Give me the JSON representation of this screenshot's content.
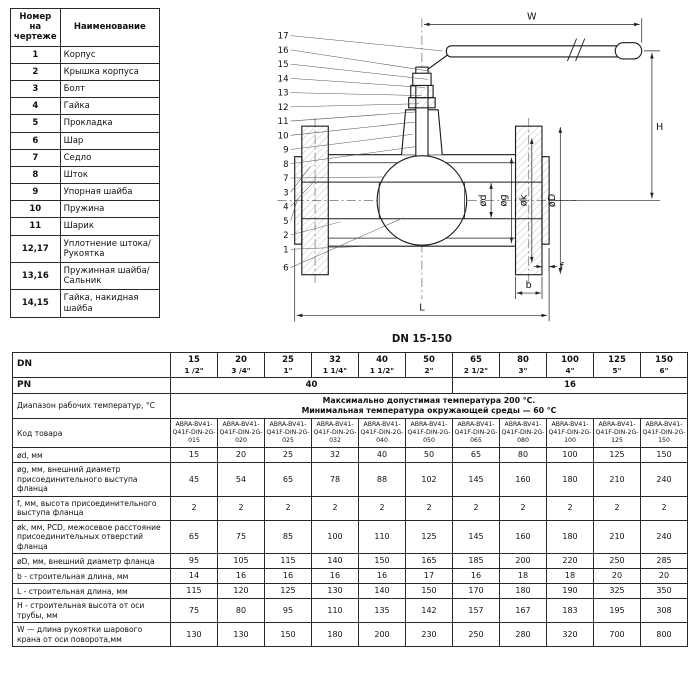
{
  "parts_table": {
    "col1_header": "Номер на чертеже",
    "col2_header": "Наименование",
    "rows": [
      {
        "num": "1",
        "name": "Корпус"
      },
      {
        "num": "2",
        "name": "Крышка корпуса"
      },
      {
        "num": "3",
        "name": "Болт"
      },
      {
        "num": "4",
        "name": "Гайка"
      },
      {
        "num": "5",
        "name": "Прокладка"
      },
      {
        "num": "6",
        "name": "Шар"
      },
      {
        "num": "7",
        "name": "Седло"
      },
      {
        "num": "8",
        "name": "Шток"
      },
      {
        "num": "9",
        "name": "Упорная шайба"
      },
      {
        "num": "10",
        "name": "Пружина"
      },
      {
        "num": "11",
        "name": "Шарик"
      },
      {
        "num": "12,17",
        "name": "Уплотнение штока/Рукоятка"
      },
      {
        "num": "13,16",
        "name": "Пружинная шайба/ Сальник"
      },
      {
        "num": "14,15",
        "name": "Гайка, накидная шайба"
      }
    ]
  },
  "drawing": {
    "caption": "DN 15-150",
    "callouts": [
      "17",
      "16",
      "15",
      "14",
      "13",
      "12",
      "11",
      "10",
      "9",
      "8",
      "7",
      "3",
      "4",
      "5",
      "2",
      "1",
      "6"
    ],
    "dim_labels": {
      "w": "W",
      "h": "H",
      "l": "L",
      "b": "b",
      "f": "f",
      "od": "ød",
      "og": "øg",
      "ok": "øk",
      "oD": "øD"
    }
  },
  "spec_table": {
    "dn": {
      "label": "DN",
      "sizes": [
        "15",
        "20",
        "25",
        "32",
        "40",
        "50",
        "65",
        "80",
        "100",
        "125",
        "150"
      ],
      "inches": [
        "1 /2\"",
        "3 /4\"",
        "1\"",
        "1 1/4\"",
        "1 1/2\"",
        "2\"",
        "2 1/2\"",
        "3\"",
        "4\"",
        "5\"",
        "6\""
      ]
    },
    "pn": {
      "label": "PN",
      "groups": [
        {
          "value": "40",
          "span": 6
        },
        {
          "value": "16",
          "span": 5
        }
      ]
    },
    "temp": {
      "label": "Диапазон рабочих температур, °С",
      "line1": "Максимально допустимая температура 200 °С.",
      "line2": "Минимальная температура окружающей среды — 60 °С"
    },
    "rows": [
      {
        "label": "Код товара",
        "values": [
          "ABRA-BV41-Q41F-DIN-2G-015",
          "ABRA-BV41-Q41F-DIN-2G-020",
          "ABRA-BV41-Q41F-DIN-2G-025",
          "ABRA-BV41-Q41F-DIN-2G-032",
          "ABRA-BV41-Q41F-DIN-2G-040",
          "ABRA-BV41-Q41F-DIN-2G-050",
          "ABRA-BV41-Q41F-DIN-2G-065",
          "ABRA-BV41-Q41F-DIN-2G-080",
          "ABRA-BV41-Q41F-DIN-2G-100",
          "ABRA-BV41-Q41F-DIN-2G-125",
          "ABRA-BV41-Q41F-DIN-2G-150"
        ]
      },
      {
        "label": "ød, мм",
        "values": [
          "15",
          "20",
          "25",
          "32",
          "40",
          "50",
          "65",
          "80",
          "100",
          "125",
          "150"
        ]
      },
      {
        "label": "øg, мм, внешний диаметр присоединительного выступа фланца",
        "values": [
          "45",
          "54",
          "65",
          "78",
          "88",
          "102",
          "145",
          "160",
          "180",
          "210",
          "240"
        ]
      },
      {
        "label": "f, мм, высота присоединительного выступа фланца",
        "values": [
          "2",
          "2",
          "2",
          "2",
          "2",
          "2",
          "2",
          "2",
          "2",
          "2",
          "2"
        ]
      },
      {
        "label": "øk, мм, PCD, межосевое расстояние присоединительных отверстий фланца",
        "values": [
          "65",
          "75",
          "85",
          "100",
          "110",
          "125",
          "145",
          "160",
          "180",
          "210",
          "240"
        ]
      },
      {
        "label": "øD, мм, внешний диаметр фланца",
        "values": [
          "95",
          "105",
          "115",
          "140",
          "150",
          "165",
          "185",
          "200",
          "220",
          "250",
          "285"
        ]
      },
      {
        "label": "b - строительная длина, мм",
        "values": [
          "14",
          "16",
          "16",
          "16",
          "16",
          "17",
          "16",
          "18",
          "18",
          "20",
          "20"
        ]
      },
      {
        "label": "L - строительная длина, мм",
        "values": [
          "115",
          "120",
          "125",
          "130",
          "140",
          "150",
          "170",
          "180",
          "190",
          "325",
          "350"
        ]
      },
      {
        "label": "H - строительная высота от оси трубы, мм",
        "values": [
          "75",
          "80",
          "95",
          "110",
          "135",
          "142",
          "157",
          "167",
          "183",
          "195",
          "308"
        ]
      },
      {
        "label": "W — длина рукоятки шарового крана от оси поворота,мм",
        "values": [
          "130",
          "130",
          "150",
          "180",
          "200",
          "230",
          "250",
          "280",
          "320",
          "700",
          "800"
        ]
      }
    ]
  }
}
